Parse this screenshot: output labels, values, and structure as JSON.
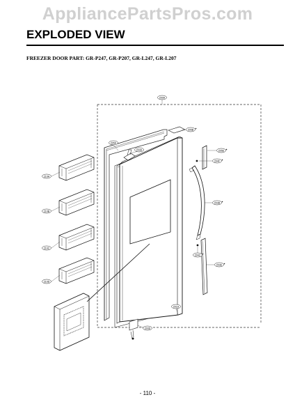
{
  "watermark": "AppliancePartsPros.com",
  "header": {
    "title": "EXPLODED VIEW",
    "subtitle": "FREEZER DOOR PART: GR-P247, GR-P207, GR-L247, GR-L207"
  },
  "callouts": {
    "c200A": "200A",
    "c205B": "205B",
    "c205A": "205A",
    "c203A": "203A",
    "c205E": "205E",
    "c204F": "204F",
    "c210A": "210A",
    "c210B": "210B",
    "c210C": "210C",
    "c210D": "210D",
    "c203B": "203B",
    "c204C": "204C",
    "c203E": "203E",
    "c201A": "201A",
    "c203D": "203D"
  },
  "footer": {
    "page": "- 110 -"
  }
}
